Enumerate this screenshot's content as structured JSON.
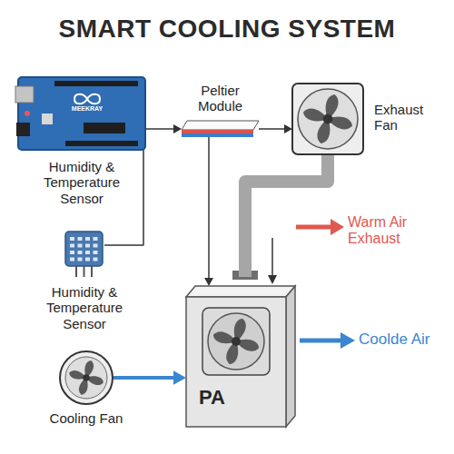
{
  "diagram": {
    "title": "SMART COOLING SYSTEM",
    "nodes": [
      {
        "text": [
          "Humidity & Temperature Sensor"
        ]
      },
      {
        "text": [
          "Peltier Module"
        ]
      },
      {
        "text": [
          "Exhaust Fan"
        ]
      },
      {
        "text": [
          "Humidity & Temperature Sensor"
        ]
      },
      {
        "text": [
          "Cooling Fan"
        ]
      },
      {
        "text": [
          "PA"
        ]
      }
    ],
    "edges": [
      {
        "from": 0,
        "to": 1,
        "arrow": "to"
      },
      {
        "from": 1,
        "to": 2,
        "arrow": "to"
      },
      {
        "from": 1,
        "to": 5,
        "arrow": "to"
      },
      {
        "from": 3,
        "to": 0,
        "arrow": "none"
      },
      {
        "from": 4,
        "to": 5,
        "arrow": "to"
      },
      {
        "from": 2,
        "to": 5,
        "arrow": "none"
      }
    ],
    "labels": [
      "MEEKRAY",
      "Warm Air Exhaust",
      "Coolde Air"
    ]
  }
}
